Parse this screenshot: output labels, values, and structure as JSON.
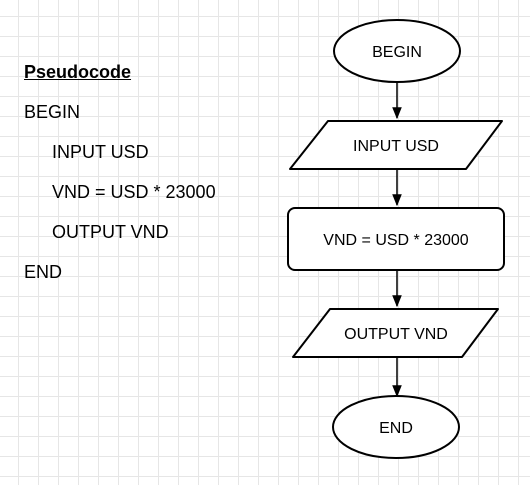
{
  "pseudocode": {
    "title": "Pseudocode",
    "lines": [
      "BEGIN",
      "INPUT USD",
      "VND = USD * 23000",
      "OUTPUT VND",
      "END"
    ]
  },
  "flowchart": {
    "nodes": [
      {
        "id": "begin",
        "shape": "terminator",
        "label": "BEGIN"
      },
      {
        "id": "input",
        "shape": "data",
        "label": "INPUT USD"
      },
      {
        "id": "process",
        "shape": "process",
        "label": "VND = USD * 23000"
      },
      {
        "id": "output",
        "shape": "data",
        "label": "OUTPUT VND"
      },
      {
        "id": "end",
        "shape": "terminator",
        "label": "END"
      }
    ],
    "edges": [
      {
        "from": "begin",
        "to": "input"
      },
      {
        "from": "input",
        "to": "process"
      },
      {
        "from": "process",
        "to": "output"
      },
      {
        "from": "output",
        "to": "end"
      }
    ],
    "stroke_color": "#000000",
    "fill_color": "#ffffff"
  }
}
